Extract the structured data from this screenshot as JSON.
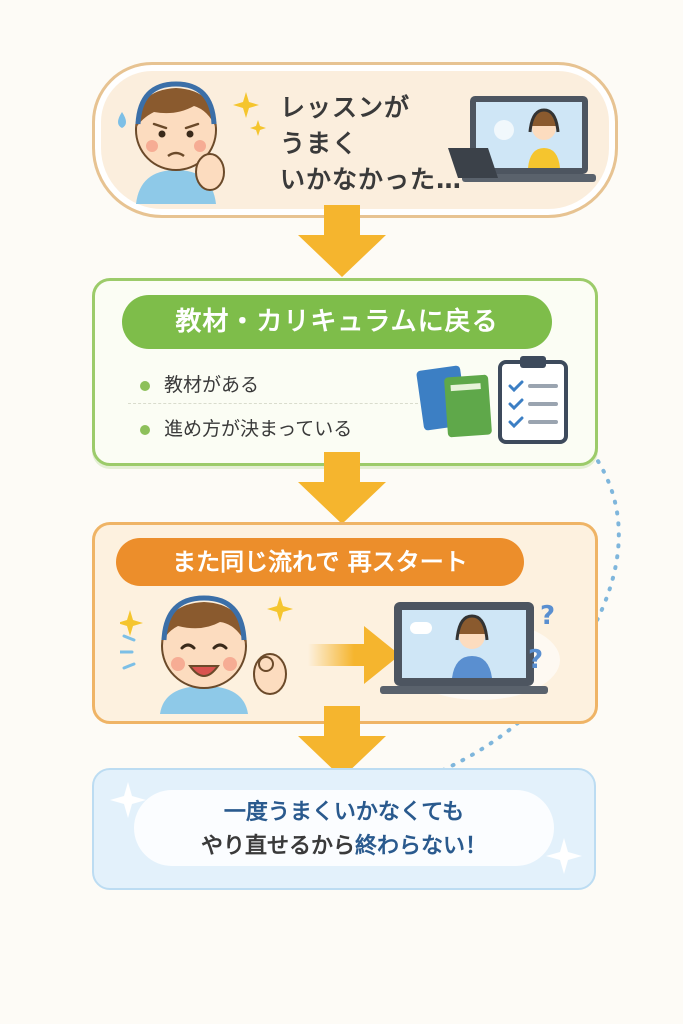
{
  "step1": {
    "lines": [
      "レッスンが",
      "うまく",
      "いかなかった…"
    ]
  },
  "step2": {
    "banner": "教材・カリキュラムに戻る",
    "bullets": [
      "教材がある",
      "進め方が決まっている"
    ]
  },
  "step3": {
    "banner": "また同じ流れで 再スタート"
  },
  "step4": {
    "line1": "一度うまくいかなくても",
    "line2_dark": "やり直せるから",
    "line2_accent": "終わらない！"
  },
  "colors": {
    "arrow": "#f5b52e",
    "green": "#7ebd4a",
    "orange": "#ec8e2b",
    "blue_text": "#2a5a8e",
    "dotted_line": "#7fb6dc"
  }
}
